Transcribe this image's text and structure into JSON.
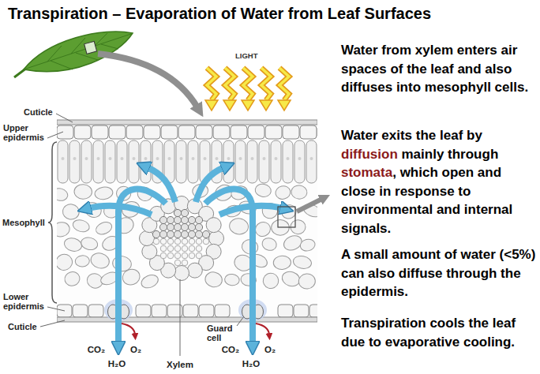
{
  "diagram": {
    "title": "Transpiration – Evaporation of Water from Leaf Surfaces",
    "labels": [
      "LIGHT",
      "Cuticle",
      "Upper epidermis",
      "Mesophyll",
      "Lower epidermis",
      "Cuticle",
      "Guard cell",
      "Xylem",
      "CO₂",
      "O₂",
      "H₂O",
      "CO₂",
      "O₂",
      "H₂O",
      "Water from xylem enters air spaces of the leaf and also diffuses into mesophyll cells.",
      "Water exits the leaf by diffusion mainly through stomata, which open and close in response to environmental and internal signals.",
      "A small amount of water (<5%) can also diffuse through the epidermis.",
      "Transpiration cools the leaf due to evaporative cooling."
    ]
  }
}
